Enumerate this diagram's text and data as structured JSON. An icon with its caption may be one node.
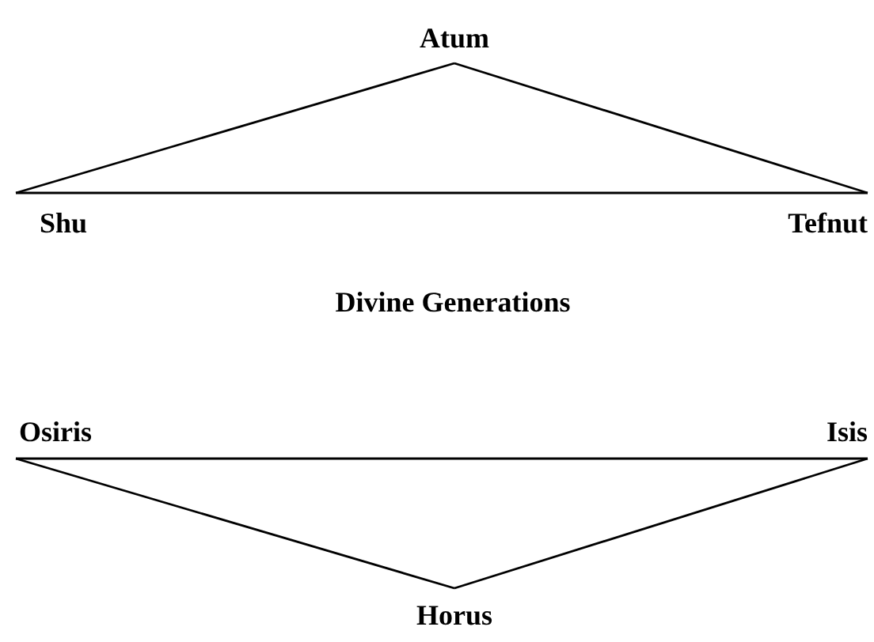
{
  "diagram": {
    "nodes": [
      {
        "text": [
          "Atum"
        ]
      },
      {
        "text": [
          "Shu"
        ]
      },
      {
        "text": [
          "Tefnut"
        ]
      },
      {
        "text": [
          "Osiris"
        ]
      },
      {
        "text": [
          "Isis"
        ]
      },
      {
        "text": [
          "Horus"
        ]
      }
    ],
    "edges": [
      {
        "from": 0,
        "to": 1,
        "arrow": "none"
      },
      {
        "from": 0,
        "to": 2,
        "arrow": "none"
      },
      {
        "from": 1,
        "to": 2,
        "arrow": "none"
      },
      {
        "from": 3,
        "to": 4,
        "arrow": "none"
      },
      {
        "from": 3,
        "to": 5,
        "arrow": "none"
      },
      {
        "from": 4,
        "to": 5,
        "arrow": "none"
      }
    ],
    "labels": [
      "Divine Generations"
    ]
  }
}
